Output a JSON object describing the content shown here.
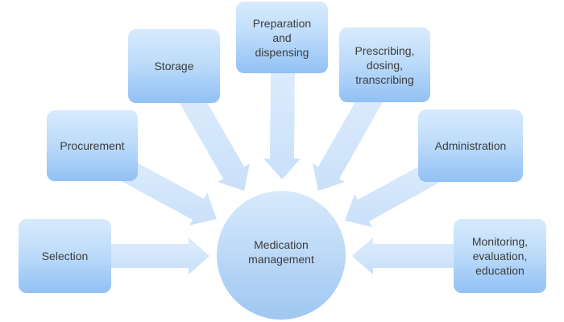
{
  "diagram": {
    "center_node": {
      "label": "Medication\nmanagement"
    },
    "nodes": [
      {
        "id": "selection",
        "label": "Selection"
      },
      {
        "id": "procurement",
        "label": "Procurement"
      },
      {
        "id": "storage",
        "label": "Storage"
      },
      {
        "id": "preparation-and-dispensing",
        "label": "Preparation\nand\ndispensing"
      },
      {
        "id": "prescribing-dosing-transcribing",
        "label": "Prescribing,\ndosing,\ntranscribing"
      },
      {
        "id": "administration",
        "label": "Administration"
      },
      {
        "id": "monitoring-evaluation-education",
        "label": "Monitoring,\nevaluation,\neducation"
      }
    ],
    "colors": {
      "box_gradient_top": "#d8ebfd",
      "box_gradient_bottom": "#92c1f4",
      "circle_gradient_top": "#d8eafc",
      "circle_gradient_bottom": "#9fc7f2",
      "arrow_gradient_top": "#ddecfd",
      "arrow_gradient_bottom": "#c9e0f9",
      "text": "#3d3d3d",
      "background": "#ffffff"
    }
  }
}
